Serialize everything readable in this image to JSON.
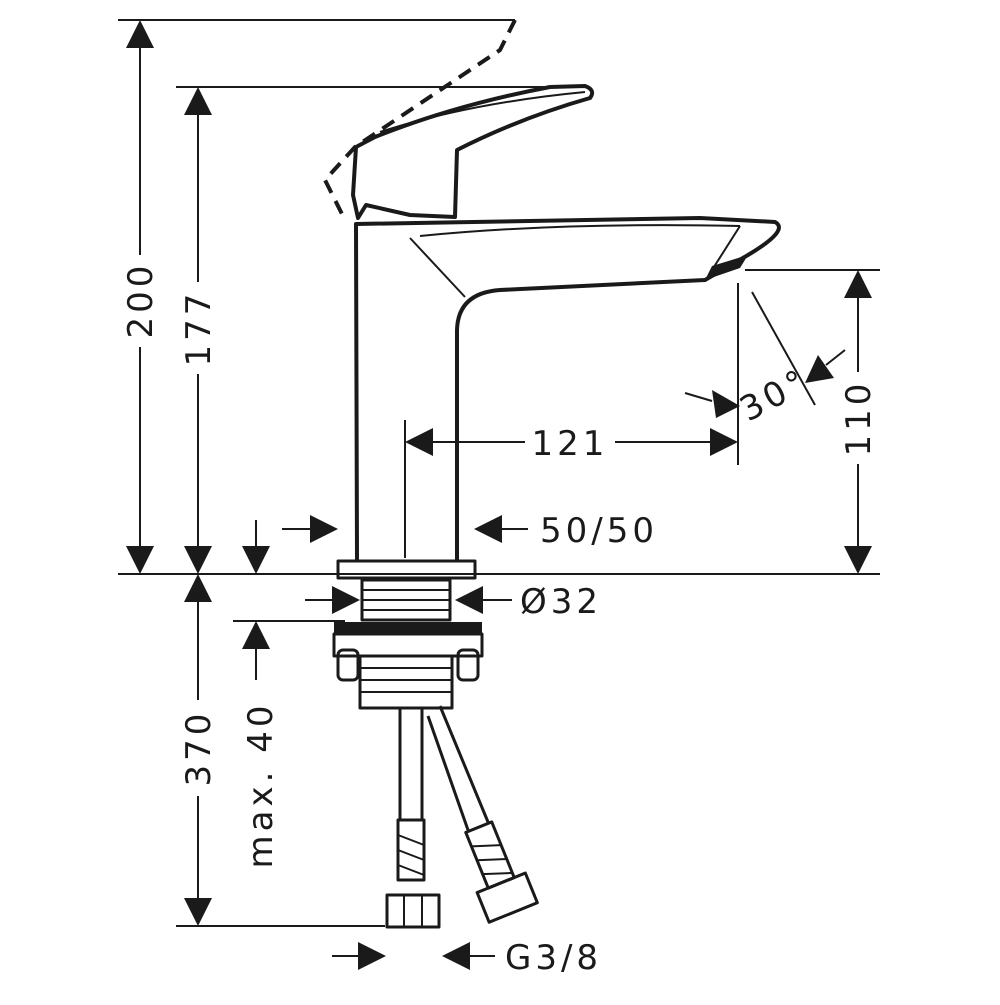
{
  "dimensions": {
    "total_height": "200",
    "lever_height": "177",
    "spout_height": "110",
    "spout_reach": "121",
    "body_width": "50/50",
    "shank_diameter": "Ø32",
    "max_counter_thickness": "max. 40",
    "hose_length": "370",
    "connection_thread": "G3/8",
    "spout_angle": "30°"
  },
  "colors": {
    "line": "#1a1a1a",
    "background": "#ffffff"
  }
}
